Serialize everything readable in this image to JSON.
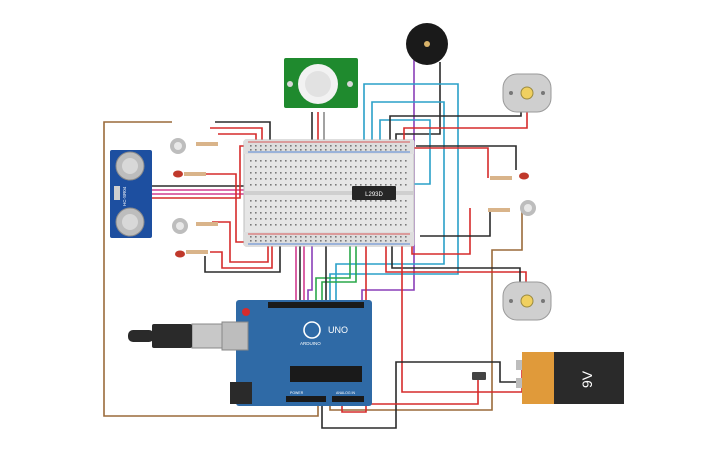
{
  "canvas": {
    "background": "#ffffff"
  },
  "components": {
    "pir_sensor": {
      "name": "pir-motion-sensor",
      "board_color": "#1f8a2e",
      "lens_color": "#f2f2f2"
    },
    "buzzer": {
      "name": "piezo-buzzer",
      "color": "#1a1a1a"
    },
    "ultrasonic": {
      "label": "HC-SR04",
      "board_color": "#1d4fa0"
    },
    "breadboard": {
      "color": "#e6e6e6"
    },
    "driver_chip": {
      "label": "L293D"
    },
    "arduino": {
      "label": "UNO",
      "brand": "ARDUINO",
      "board_color": "#2f6aa6",
      "power_label": "POWER",
      "analog_label": "ANALOG IN"
    },
    "battery": {
      "label": "9V",
      "cap_color": "#e09a3a",
      "body_color": "#2a2a2a"
    },
    "motors": [
      {
        "name": "dc-motor-top"
      },
      {
        "name": "dc-motor-bottom"
      }
    ],
    "leds": {
      "color": "#c0392b"
    },
    "ldr": {
      "color": "#bdbdbd"
    }
  },
  "wire_colors": {
    "red": "#d62b2b",
    "black": "#2b2b2b",
    "blue": "#2aa0c8",
    "purple": "#8a3fb8",
    "green": "#2aa84a",
    "pink": "#d13c8f",
    "brown": "#9a6a3a",
    "gray": "#8a8a8a"
  }
}
